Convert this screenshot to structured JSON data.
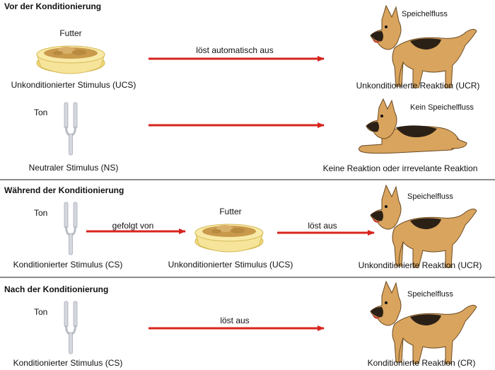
{
  "colors": {
    "arrow": "#d8241e",
    "divider": "#8c8c8c",
    "bowl": "#f3df8a",
    "food": "#c99a4c",
    "fork": "#c9ccd3",
    "dog_tan": "#d9a45e",
    "dog_dark": "#2b2016"
  },
  "sections": [
    {
      "title": "Vor der Konditionierung",
      "rows": [
        {
          "stimulus_top_label": "Futter",
          "stimulus_icon": "food-bowl-icon",
          "stimulus_label": "Unkonditionierter Stimulus (UCS)",
          "arrow_label": "löst automatisch aus",
          "response_top_label": "Speichelfluss",
          "response_icon": "standing-dog-icon",
          "response_label": "Unkonditionierte Reaktion (UCR)"
        },
        {
          "stimulus_top_label": "Ton",
          "stimulus_icon": "tuning-fork-icon",
          "stimulus_label": "Neutraler Stimulus (NS)",
          "arrow_label": "",
          "response_top_label": "Kein Speichelfluss",
          "response_icon": "lying-dog-icon",
          "response_label": "Keine Reaktion oder irrevelante Reaktion"
        }
      ]
    },
    {
      "title": "Während der Konditionierung",
      "stimulus1_top_label": "Ton",
      "stimulus1_icon": "tuning-fork-icon",
      "stimulus1_label": "Konditionierter Stimulus (CS)",
      "arrow1_label": "gefolgt von",
      "stimulus2_top_label": "Futter",
      "stimulus2_icon": "food-bowl-icon",
      "stimulus2_label": "Unkonditionierter Stimulus (UCS)",
      "arrow2_label": "löst aus",
      "response_top_label": "Speichelfluss",
      "response_icon": "standing-dog-icon",
      "response_label": "Unkonditionierte Reaktion (UCR)"
    },
    {
      "title": "Nach der Konditionierung",
      "stimulus_top_label": "Ton",
      "stimulus_icon": "tuning-fork-icon",
      "stimulus_label": "Konditionierter Stimulus (CS)",
      "arrow_label": "löst aus",
      "response_top_label": "Speichelfluss",
      "response_icon": "standing-dog-icon",
      "response_label": "Konditionierte Reaktion (CR)"
    }
  ]
}
